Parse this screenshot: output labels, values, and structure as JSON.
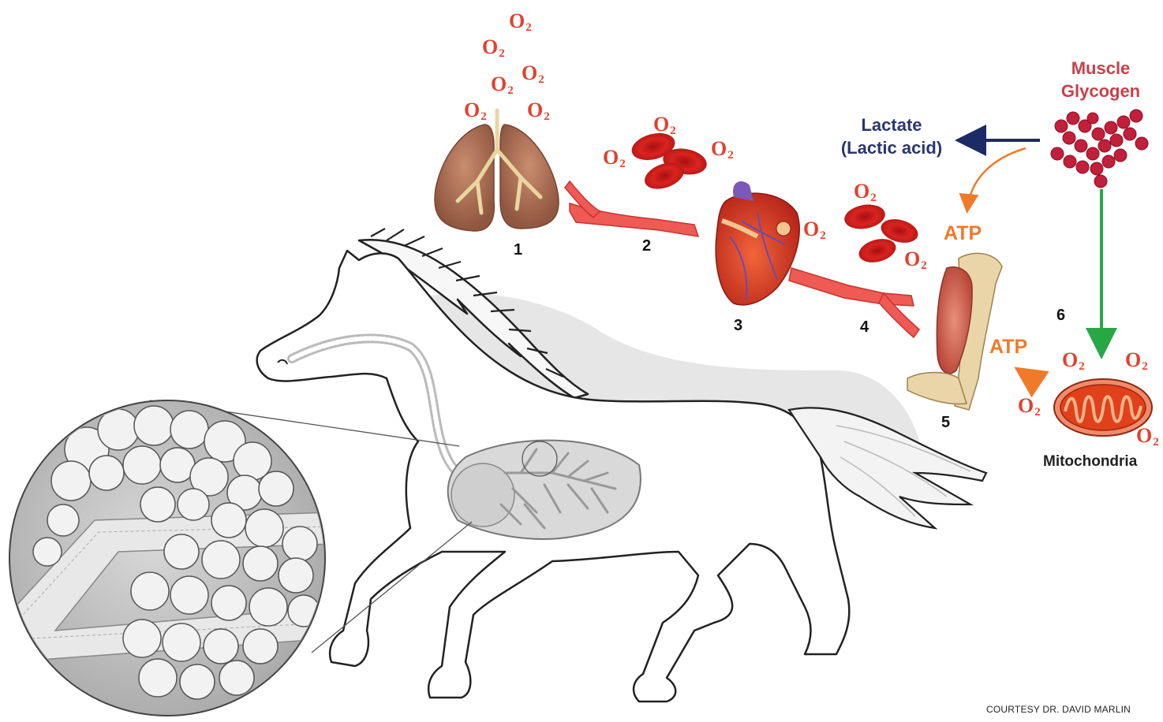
{
  "oxygen": {
    "symbol": "O",
    "subscript": "2"
  },
  "steps": [
    "1",
    "2",
    "3",
    "4",
    "5",
    "6"
  ],
  "labels": {
    "muscle_glycogen": [
      "Muscle",
      "Glycogen"
    ],
    "lactate": [
      "Lactate",
      "(Lactic acid)"
    ],
    "atp_top": "ATP",
    "atp_mid": "ATP",
    "mitochondria": "Mitochondria"
  },
  "credit": "COURTESY DR. DAVID MARLIN",
  "colors": {
    "oxygen": "#e2402e",
    "atp": "#f07a2a",
    "lactate": "#2c3570",
    "glycogen": "#c9404a",
    "glycogen_to_mito_arrow": "#27a844",
    "lactate_arrow": "#1c2a66",
    "blood_vessel": "#ef5a55"
  },
  "icons": [
    "lungs-icon",
    "blood-vessel-icon",
    "red-blood-cells-icon",
    "heart-icon",
    "arm-muscle-icon",
    "mitochondria-icon",
    "glycogen-icon",
    "horse-illustration",
    "alveoli-magnifier"
  ]
}
